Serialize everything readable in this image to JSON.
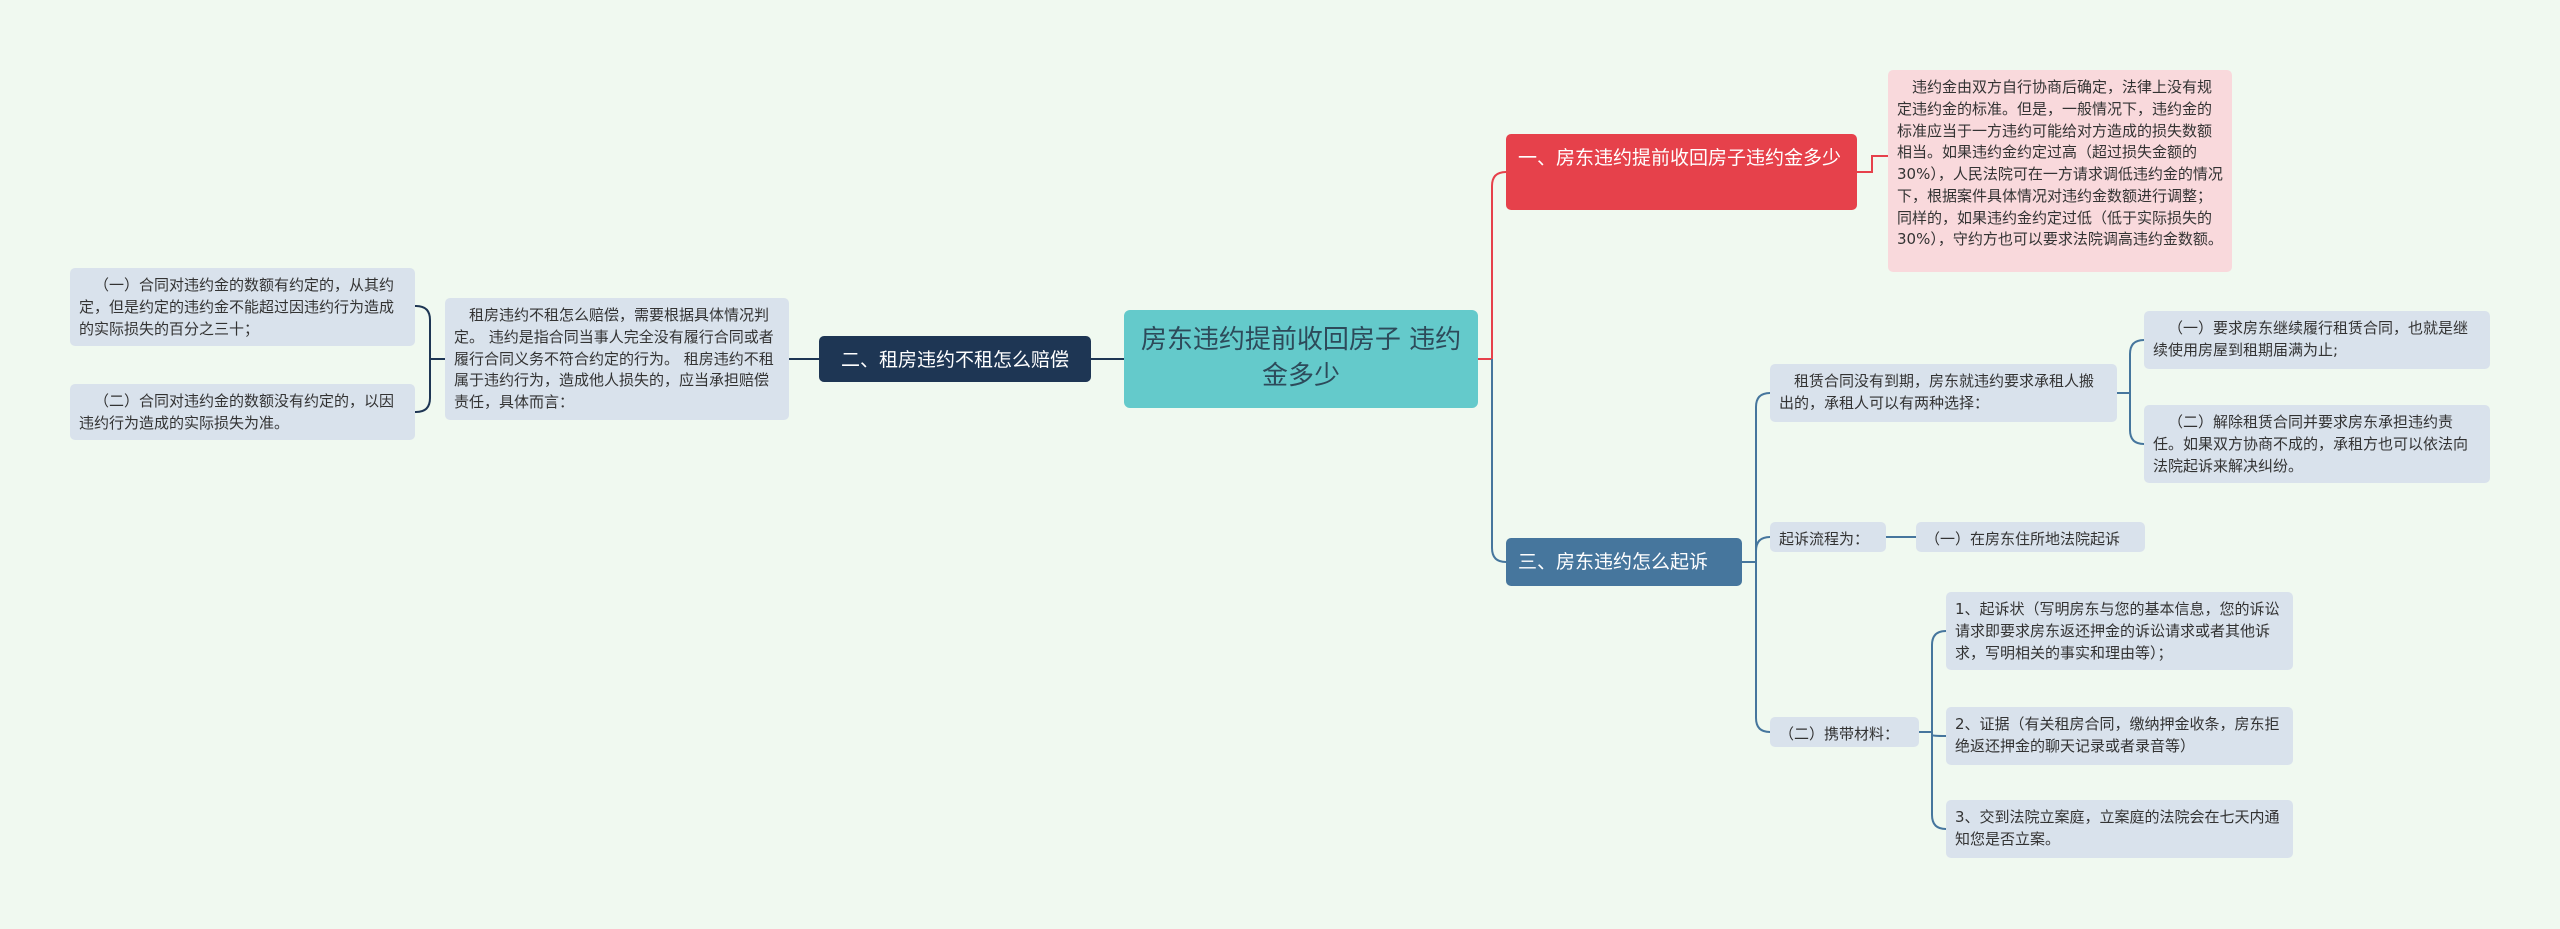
{
  "colors": {
    "background": "#f0f9f0",
    "root": "#64cacb",
    "topic_red": "#e6414b",
    "topic_navy": "#1e3654",
    "topic_blue": "#46769d",
    "leaf": "#d9e2ec",
    "leaf_pink": "#f9d9dc"
  },
  "root": {
    "text": "房东违约提前收回房子 违约金多少"
  },
  "topic1": {
    "title": "一、房东违约提前收回房子违约金多少",
    "detail": "违约金由双方自行协商后确定，法律上没有规定违约金的标准。但是，一般情况下，违约金的标准应当于一方违约可能给对方造成的损失数额相当。如果违约金约定过高（超过损失金额的30%），人民法院可在一方请求调低违约金的情况下，根据案件具体情况对违约金数额进行调整；同样的，如果违约金约定过低（低于实际损失的30%），守约方也可以要求法院调高违约金数额。"
  },
  "topic2": {
    "title": "二、租房违约不租怎么赔偿",
    "detail": "租房违约不租怎么赔偿，需要根据具体情况判定。 违约是指合同当事人完全没有履行合同或者履行合同义务不符合约定的行为。 租房违约不租属于违约行为，造成他人损失的，应当承担赔偿责任，具体而言：",
    "items": [
      "（一）合同对违约金的数额有约定的，从其约定，但是约定的违约金不能超过因违约行为造成的实际损失的百分之三十；",
      "（二）合同对违约金的数额没有约定的，以因违约行为造成的实际损失为准。"
    ]
  },
  "topic3": {
    "title": "三、房东违约怎么起诉",
    "branch1": {
      "text": "租赁合同没有到期，房东就违约要求承租人搬出的，承租人可以有两种选择：",
      "items": [
        "（一）要求房东继续履行租赁合同，也就是继续使用房屋到租期届满为止;",
        "（二）解除租赁合同并要求房东承担违约责任。如果双方协商不成的，承租方也可以依法向法院起诉来解决纠纷。"
      ]
    },
    "branch2": {
      "text": "起诉流程为：",
      "items": [
        "（一）在房东住所地法院起诉"
      ]
    },
    "branch3": {
      "text": "（二）携带材料：",
      "items": [
        "1、起诉状（写明房东与您的基本信息，您的诉讼请求即要求房东返还押金的诉讼请求或者其他诉求，写明相关的事实和理由等）；",
        "2、证据（有关租房合同，缴纳押金收条，房东拒绝返还押金的聊天记录或者录音等）",
        "3、交到法院立案庭，立案庭的法院会在七天内通知您是否立案。"
      ]
    }
  }
}
